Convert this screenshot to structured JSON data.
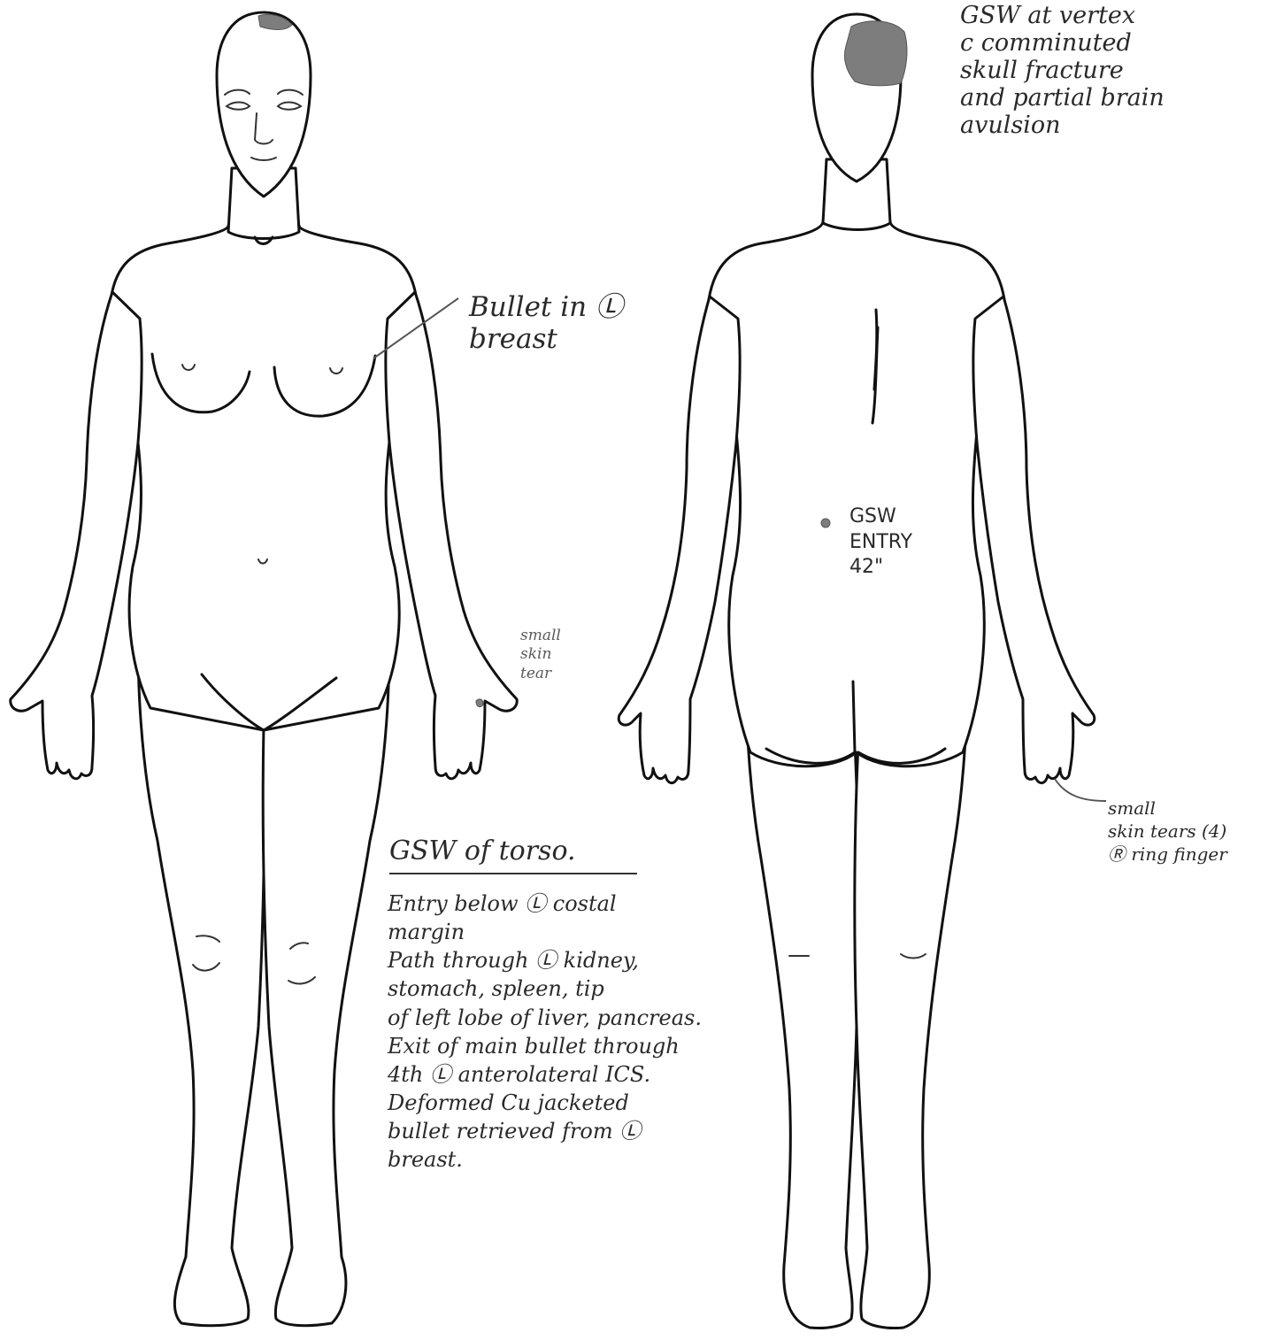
{
  "notes": {
    "vertex": "GSW at vertex\nc comminuted\nskull fracture\nand partial brain\navulsion",
    "bullet_breast": "Bullet in Ⓛ\nbreast",
    "skin_tear_left": "small\nskin\ntear",
    "gsw_entry": "GSW\nENTRY\n42\"",
    "skin_tears_right": "small\nskin tears (4)\nⓇ ring finger",
    "torso_heading": "GSW of torso.",
    "torso_body": "Entry below Ⓛ costal\nmargin\nPath through Ⓛ kidney,\nstomach, spleen, tip\nof left lobe of liver, pancreas.\nExit of main bullet through\n4th Ⓛ anterolateral ICS.\nDeformed Cu jacketed\nbullet retrieved from Ⓛ\nbreast."
  },
  "colors": {
    "ink": "#111111",
    "pencil": "#2a2a2a",
    "wound_shading": "#7d7d7d"
  }
}
